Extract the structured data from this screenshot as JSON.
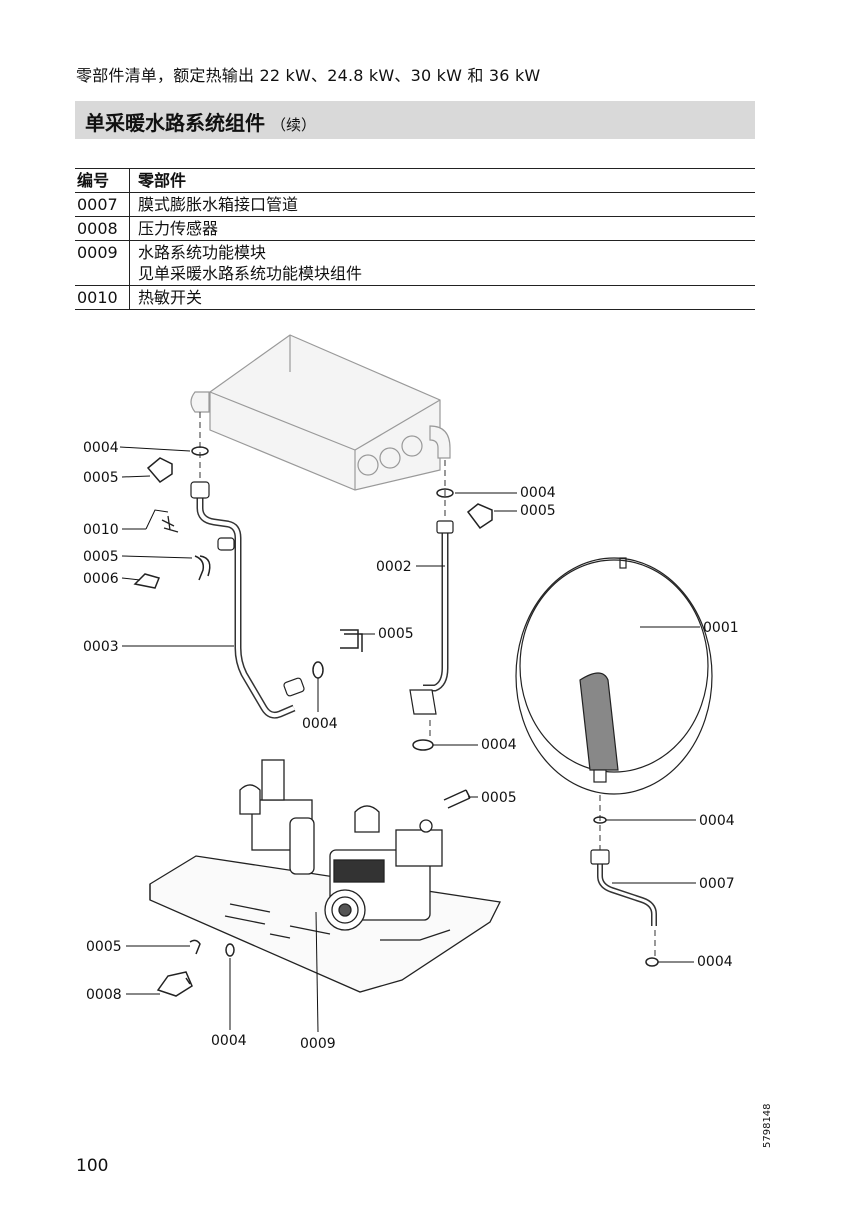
{
  "header": {
    "title": "零部件清单，额定热输出 22 kW、24.8 kW、30 kW 和 36 kW"
  },
  "section": {
    "title": "单采暖水路系统组件",
    "continued": "（续）"
  },
  "table": {
    "headers": [
      "编号",
      "零部件"
    ],
    "rows": [
      {
        "no": "0007",
        "lines": [
          "膜式膨胀水箱接口管道"
        ]
      },
      {
        "no": "0008",
        "lines": [
          "压力传感器"
        ]
      },
      {
        "no": "0009",
        "lines": [
          "水路系统功能模块",
          "见单采暖水路系统功能模块组件"
        ]
      },
      {
        "no": "0010",
        "lines": [
          "热敏开关"
        ]
      }
    ]
  },
  "diagram": {
    "callouts": {
      "c0004a": "0004",
      "c0005a": "0005",
      "c0010": "0010",
      "c0005b": "0005",
      "c0006": "0006",
      "c0003": "0003",
      "c0004b": "0004",
      "c0004c": "0004",
      "c0005c": "0005",
      "c0002": "0002",
      "c0005d": "0005",
      "c0004d": "0004",
      "c0001": "0001",
      "c0005e": "0005",
      "c0004e": "0004",
      "c0007": "0007",
      "c0004f": "0004",
      "c0005f": "0005",
      "c0008": "0008",
      "c0004g": "0004",
      "c0009": "0009"
    }
  },
  "footer": {
    "page": "100",
    "doc_code": "5798148"
  }
}
